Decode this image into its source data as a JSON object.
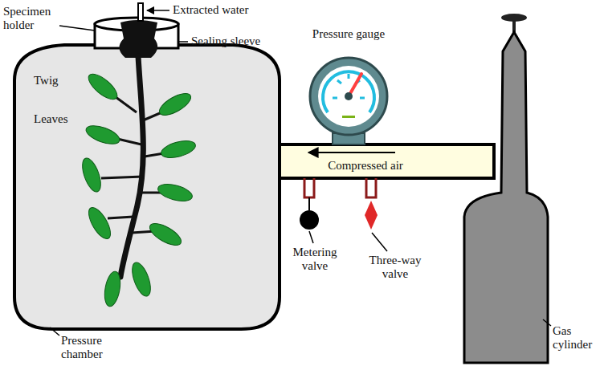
{
  "diagram": {
    "labels": [
      "Extracted water",
      "Specimen holder",
      "Sealing sleeve",
      "Twig",
      "Pressure gauge",
      "Leaves",
      "Compressed air",
      "Metering valve",
      "Three-way valve",
      "Pressure chamber",
      "Gas cylinder"
    ]
  }
}
